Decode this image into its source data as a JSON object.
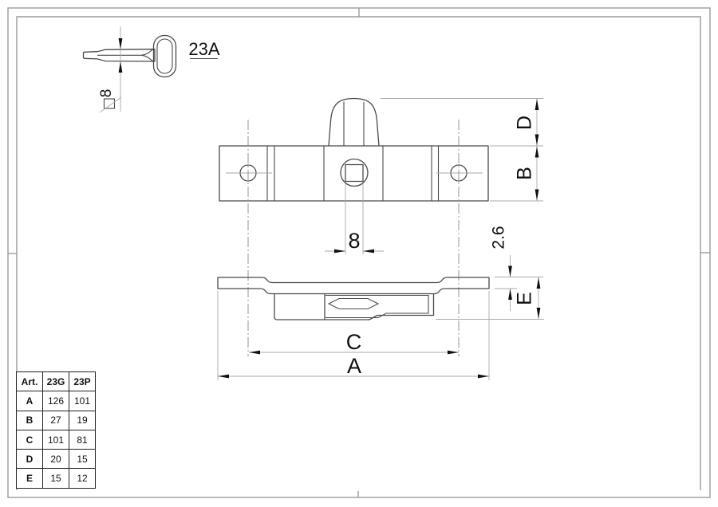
{
  "key_detail": {
    "label": "23A",
    "square_size": "8"
  },
  "front_view": {
    "square_hole": "8",
    "dim_top": "D",
    "dim_body": "B"
  },
  "plan_view": {
    "thickness": "2.6",
    "depth": "E",
    "centers": "C",
    "overall": "A"
  },
  "table": {
    "headers": [
      "Art.",
      "23G",
      "23P"
    ],
    "rows": [
      [
        "A",
        "126",
        "101"
      ],
      [
        "B",
        "27",
        "19"
      ],
      [
        "C",
        "101",
        "81"
      ],
      [
        "D",
        "20",
        "15"
      ],
      [
        "E",
        "15",
        "12"
      ]
    ]
  },
  "colors": {
    "outline": "#4a4a4a",
    "dimension_lines": "#aaaaaa",
    "frame": "#9b9b9b",
    "text": "#111111",
    "background": "#ffffff"
  }
}
